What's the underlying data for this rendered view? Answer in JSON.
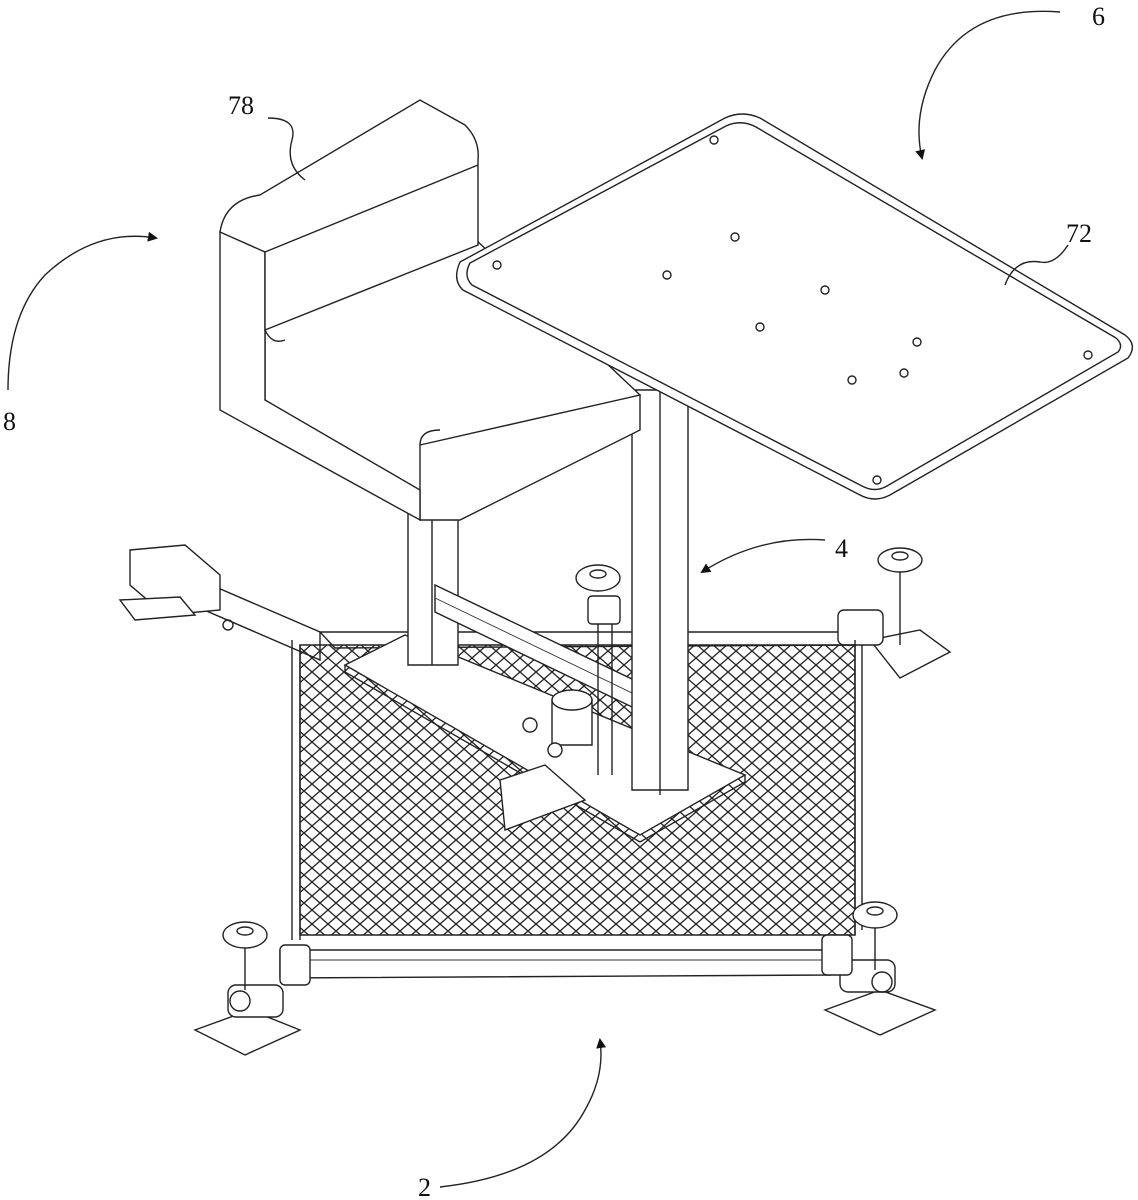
{
  "labels": {
    "l2": "2",
    "l4": "4",
    "l6": "6",
    "l8": "8",
    "l72": "72",
    "l78": "78"
  }
}
